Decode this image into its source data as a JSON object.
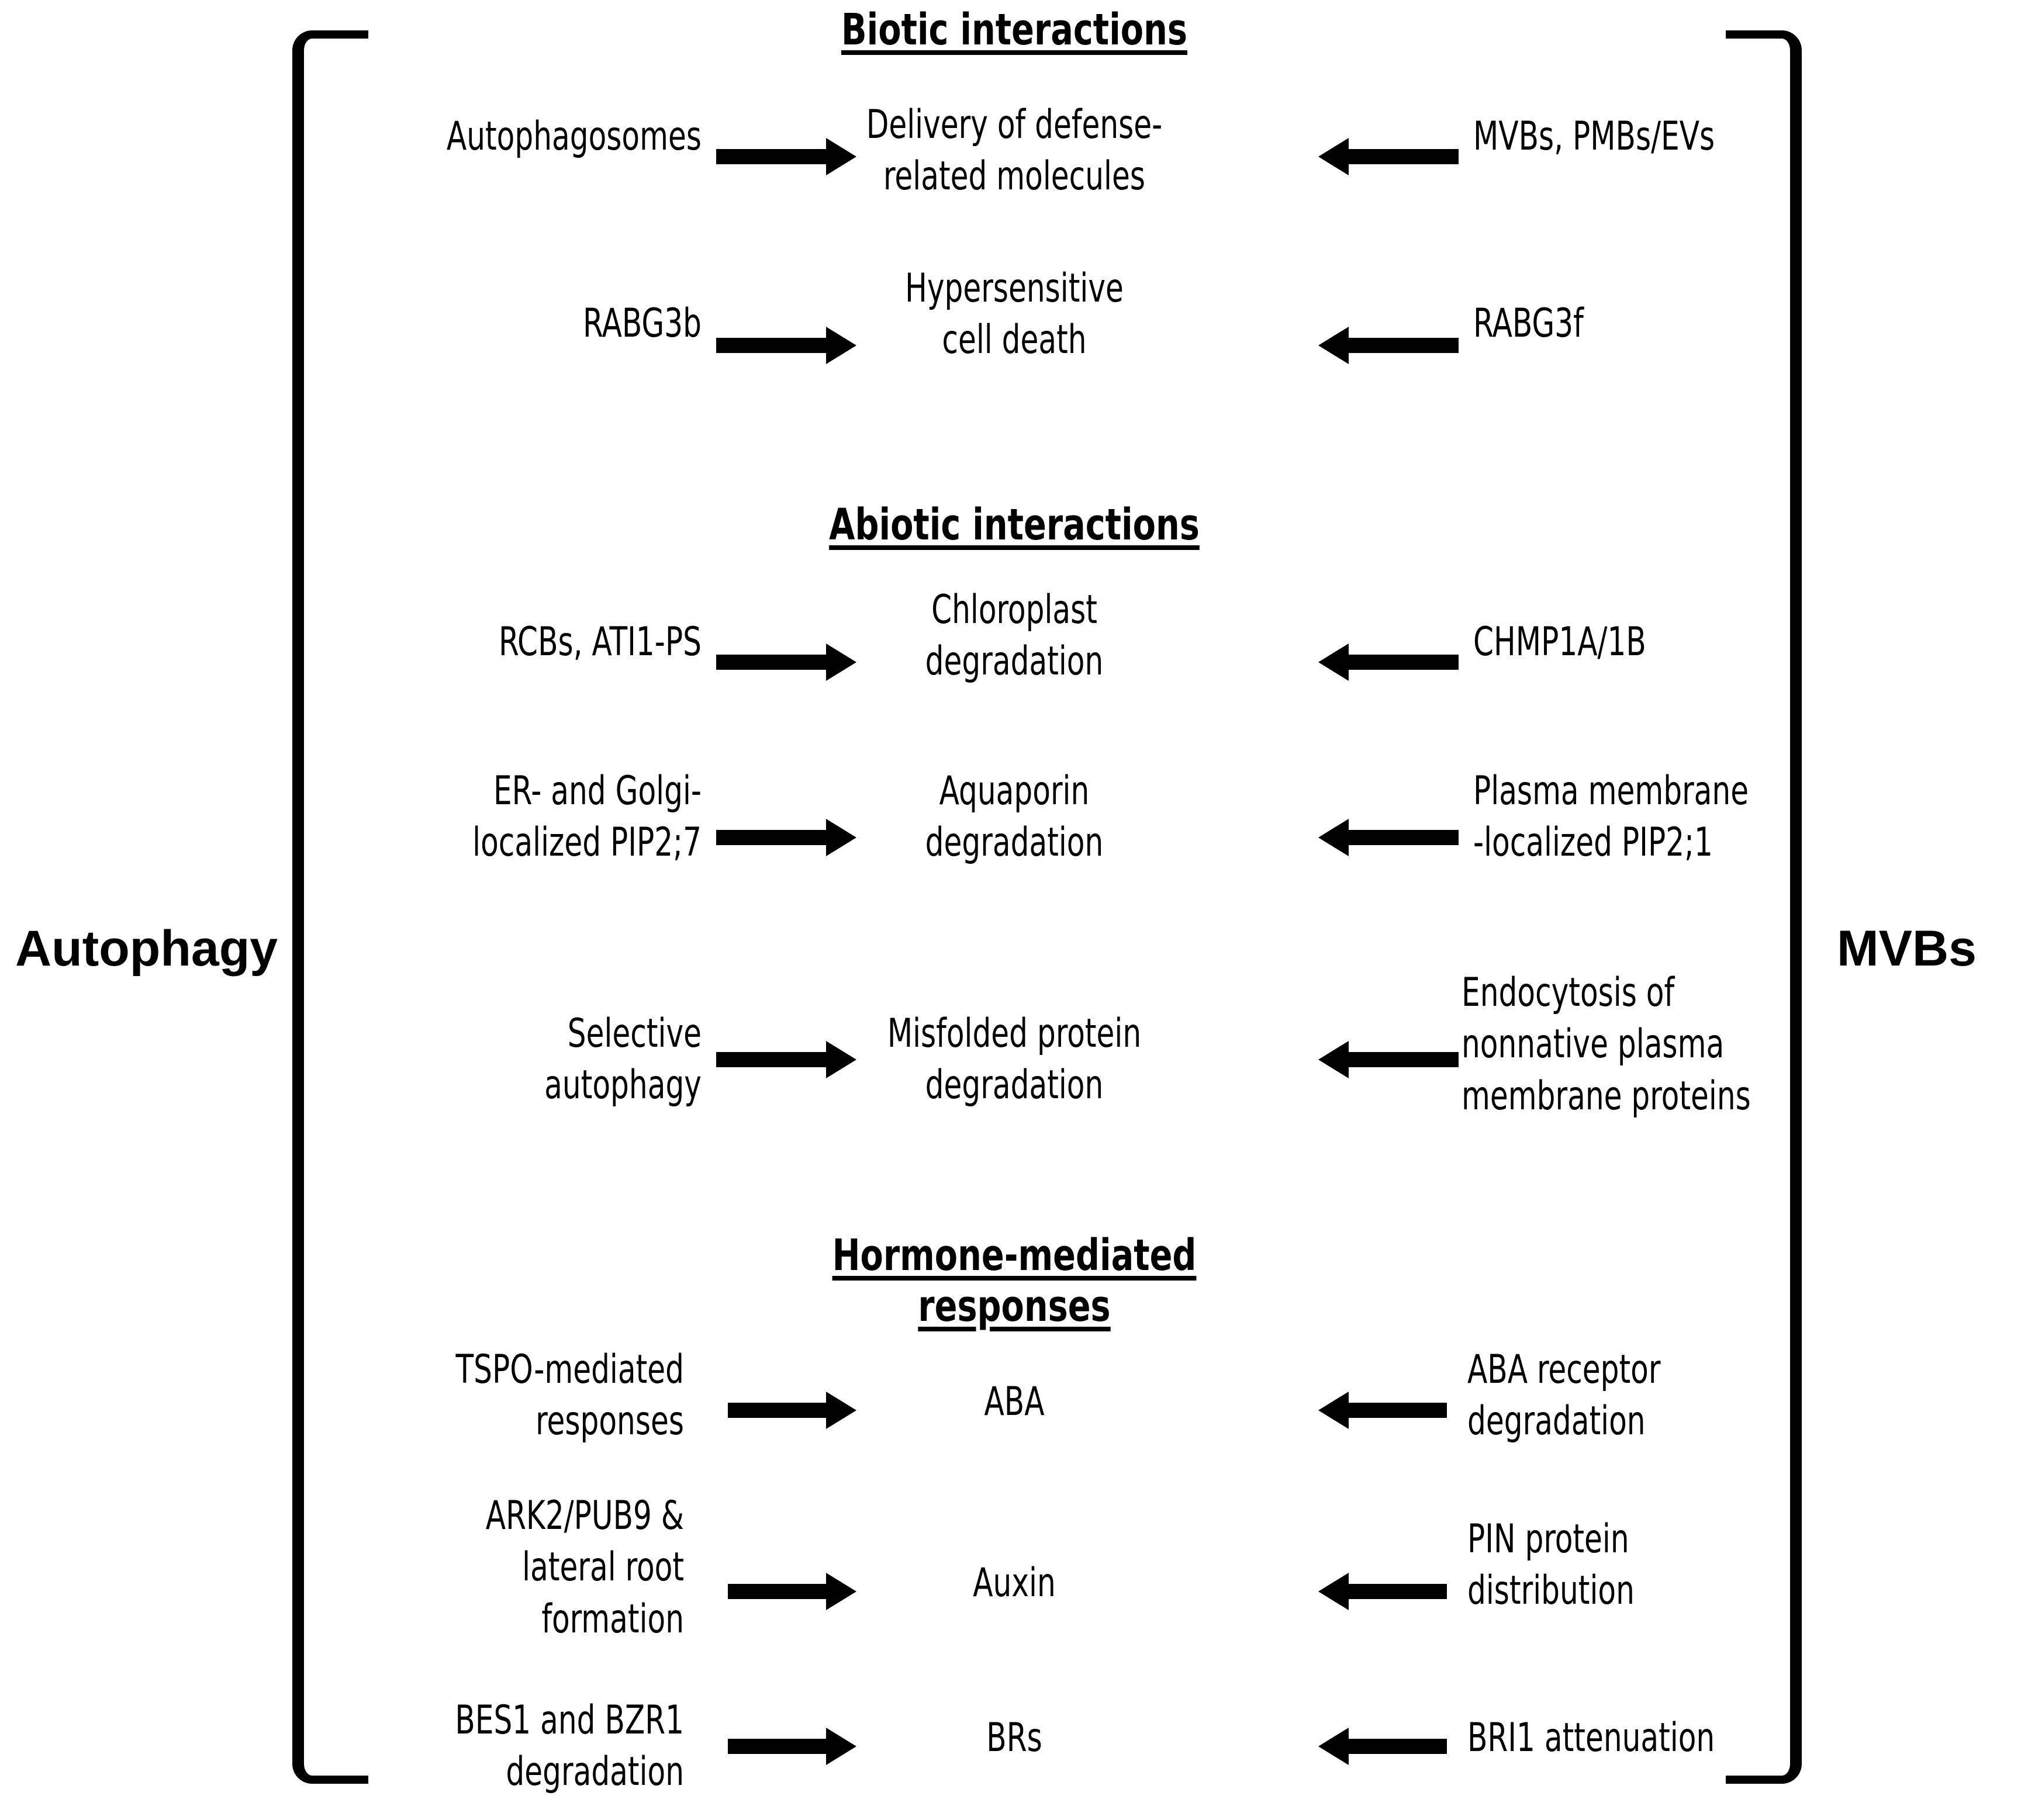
{
  "diagram": {
    "left_label": "Autophagy",
    "right_label": "MVBs",
    "sections": [
      {
        "title_lines": [
          "Biotic interactions"
        ],
        "rows": [
          {
            "left": "Autophagosomes",
            "center": "Delivery of defense-\nrelated molecules",
            "right": "MVBs, PMBs/EVs"
          },
          {
            "left": "RABG3b",
            "center": "Hypersensitive\ncell death",
            "right": "RABG3f"
          }
        ]
      },
      {
        "title_lines": [
          "Abiotic interactions"
        ],
        "rows": [
          {
            "left": "RCBs, ATI1-PS",
            "center": "Chloroplast\ndegradation",
            "right": "CHMP1A/1B"
          },
          {
            "left": "ER- and Golgi-\nlocalized PIP2;7",
            "center": "Aquaporin\ndegradation",
            "right": "Plasma membrane\n-localized PIP2;1"
          },
          {
            "left": "Selective\nautophagy",
            "center": "Misfolded protein\ndegradation",
            "right": "Endocytosis of\nnonnative plasma\nmembrane proteins"
          }
        ]
      },
      {
        "title_lines": [
          "Hormone-mediated",
          "responses"
        ],
        "rows": [
          {
            "left": "TSPO-mediated\nresponses",
            "center": "ABA",
            "right": "ABA receptor\ndegradation"
          },
          {
            "left": "ARK2/PUB9 &\nlateral root\nformation",
            "center": "Auxin",
            "right": "PIN protein\ndistribution"
          },
          {
            "left": "BES1 and BZR1\ndegradation",
            "center": "BRs",
            "right": "BRI1 attenuation"
          }
        ]
      }
    ]
  }
}
